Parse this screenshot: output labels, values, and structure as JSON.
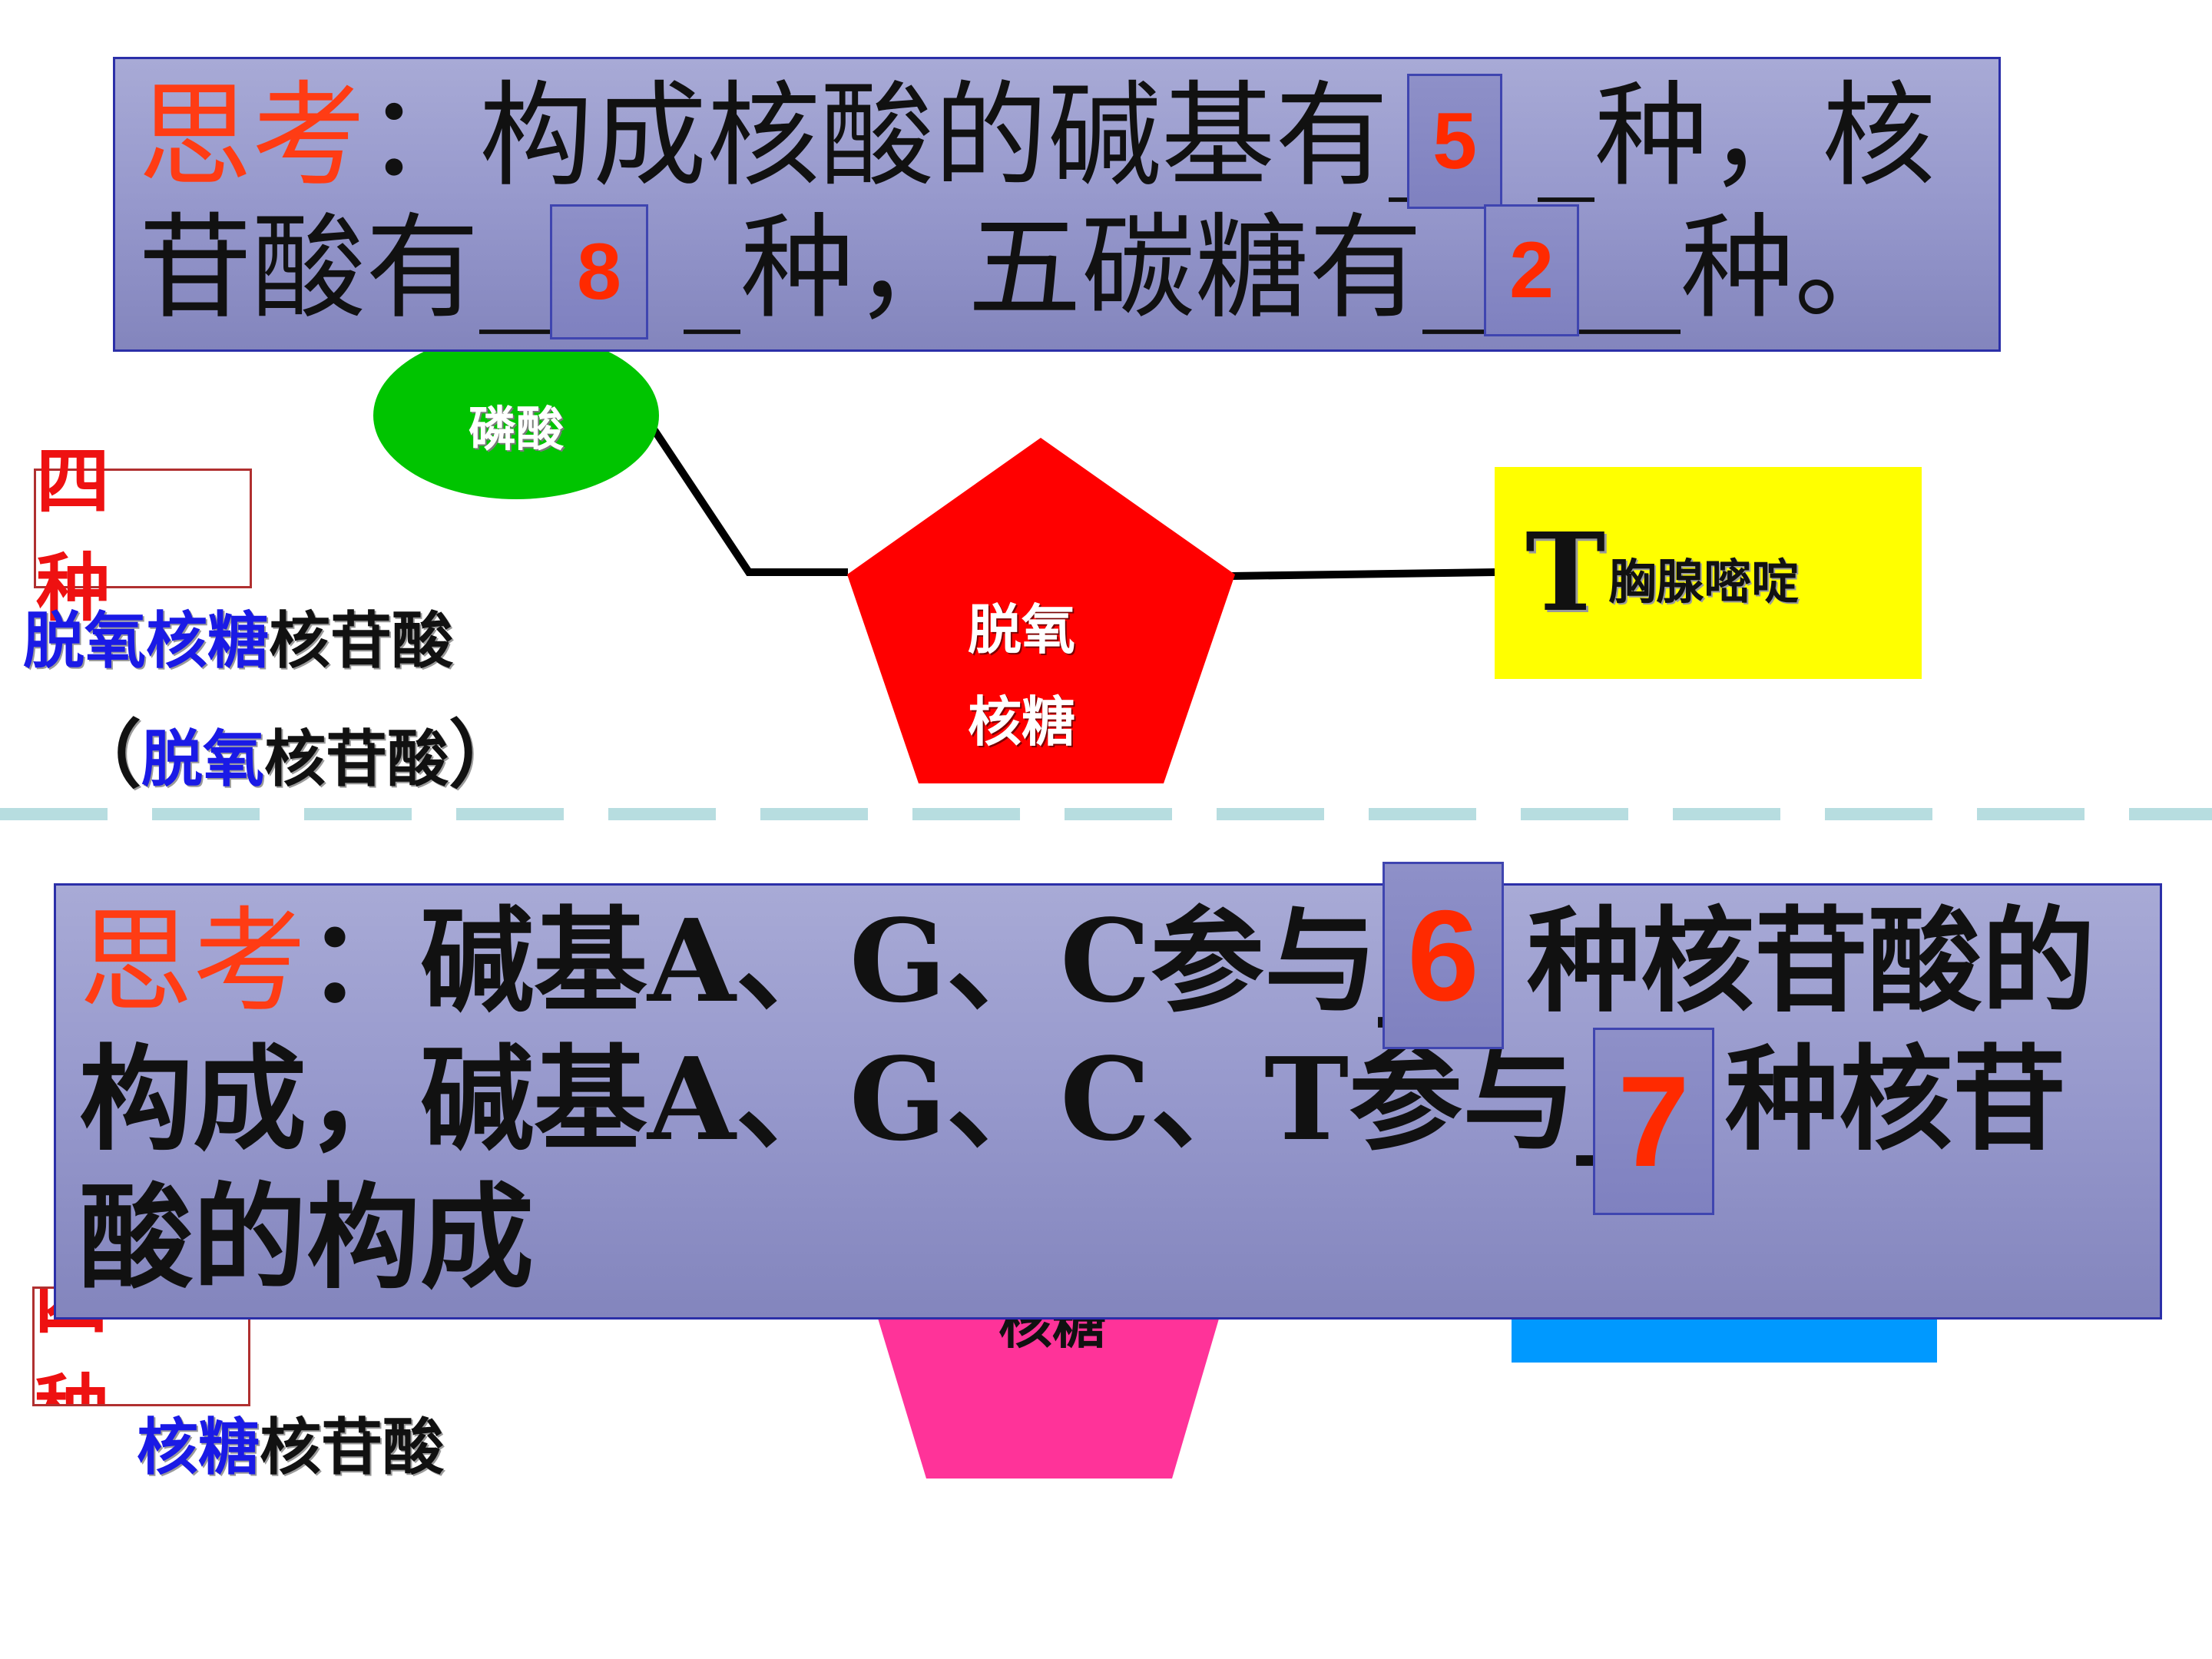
{
  "question_1": {
    "think_label": "思考",
    "line1_text": "：构成核酸的碱基有_",
    "line1_end": "_种，核",
    "line2_start": "苷酸有__",
    "line2_mid": "_种，五碳糖有__",
    "line2_end": "__种。",
    "answers": {
      "bases": "5",
      "nucleotides": "8",
      "sugars": "2"
    }
  },
  "top_diagram": {
    "phosphate_label": "磷酸",
    "kind_label": "四 种",
    "name_blue": "脱氧核糖",
    "name_black": "核苷酸",
    "alt_open": "（",
    "alt_blue": "脱氧",
    "alt_black": "核苷酸",
    "alt_close": "）",
    "sugar_line1": "脱氧",
    "sugar_line2": "核糖",
    "base_letter": "T",
    "base_name": "胸腺嘧啶"
  },
  "question_2": {
    "think_label": "思考",
    "line1_text": "：碱基A、G、C参与_",
    "line1_end": "种核苷酸的",
    "line2_text": "构成，碱基A、G、C、T参与_",
    "line2_end": "种核苷",
    "line3_text": "酸的构成",
    "answers": {
      "agc": "6",
      "agct": "7"
    }
  },
  "bottom_diagram": {
    "kind_label": "四 种",
    "sugar_partial": "核糖",
    "name_blue": "核糖",
    "name_black": "核苷酸"
  },
  "colors": {
    "phosphate": "#00c400",
    "deoxyribose": "#ff0000",
    "base_T": "#ffff00",
    "ribose": "#ff3399",
    "base_bottom": "#0099ff",
    "answer_text": "#ff2a00",
    "divider": "#b7dde0"
  }
}
